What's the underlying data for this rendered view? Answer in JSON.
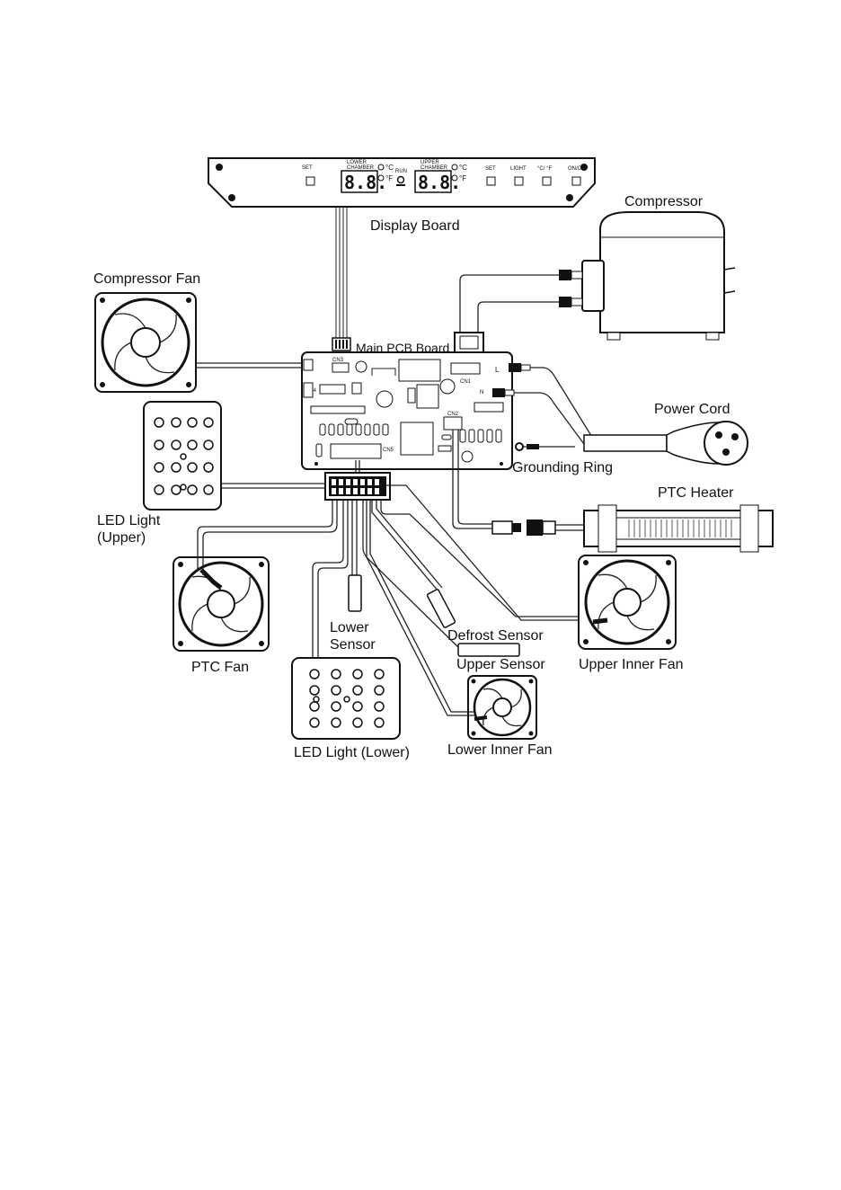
{
  "labels": {
    "display_board": "Display Board",
    "compressor": "Compressor",
    "compressor_fan": "Compressor Fan",
    "main_pcb_board": "Main PCB Board",
    "power_cord": "Power Cord",
    "grounding_ring": "Grounding Ring",
    "ptc_heater": "PTC Heater",
    "led_light_upper_1": "LED Light",
    "led_light_upper_2": "(Upper)",
    "ptc_fan": "PTC Fan",
    "lower_sensor_1": "Lower",
    "lower_sensor_2": "Sensor",
    "defrost_sensor": "Defrost Sensor",
    "upper_sensor": "Upper Sensor",
    "upper_inner_fan": "Upper Inner Fan",
    "led_light_lower": "LED Light (Lower)",
    "lower_inner_fan": "Lower Inner Fan"
  },
  "display_panel": {
    "set_left": "SET",
    "lower_chamber_1": "LOWER",
    "lower_chamber_2": "CHAMBER",
    "upper_chamber_1": "UPPER",
    "upper_chamber_2": "CHAMBER",
    "run": "RUN",
    "celsius": "°C",
    "fahrenheit": "°F",
    "digits_lower": "8.8.",
    "digits_upper": "8.8.",
    "set_right": "SET",
    "light": "LIGHT",
    "cf": "°C/ °F",
    "onoff": "ON/OFF"
  },
  "pcb": {
    "cn3": "CN3",
    "cn4": "CN4",
    "cn1": "CN1",
    "cn2": "CN2",
    "cn5": "CN5",
    "l": "L",
    "n": "N"
  }
}
